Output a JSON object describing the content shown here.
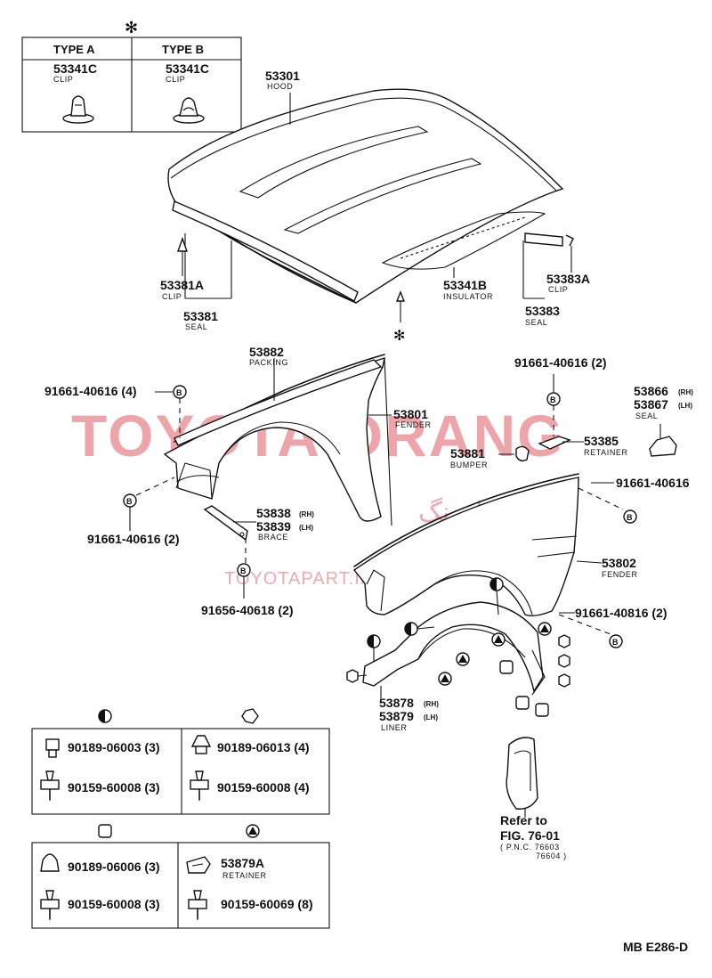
{
  "title_note_symbol": "✻",
  "type_table": {
    "type_a": "TYPE A",
    "type_b": "TYPE B",
    "part_a": "53341C",
    "part_b": "53341C",
    "label_a": "CLIP",
    "label_b": "CLIP"
  },
  "parts": {
    "hood": {
      "pn": "53301",
      "label": "HOOD"
    },
    "clip_53381a": {
      "pn": "53381A",
      "label": "CLIP"
    },
    "seal_53381": {
      "pn": "53381",
      "label": "SEAL"
    },
    "insulator": {
      "pn": "53341B",
      "label": "INSULATOR"
    },
    "clip_53383a": {
      "pn": "53383A",
      "label": "CLIP"
    },
    "seal_53383": {
      "pn": "53383",
      "label": "SEAL"
    },
    "packing": {
      "pn": "53882",
      "label": "PACKING"
    },
    "bolt_left_top": {
      "pn": "91661-40616 (4)"
    },
    "fender_lh": {
      "pn": "53801",
      "label": "FENDER"
    },
    "bolt_left_bottom": {
      "pn": "91661-40616 (2)"
    },
    "brace_rh": {
      "pn": "53838",
      "suffix": "(RH)"
    },
    "brace_lh": {
      "pn": "53839",
      "suffix": "(LH)"
    },
    "brace_label": "BRACE",
    "bolt_brace": {
      "pn": "91656-40618 (2)"
    },
    "bolt_retainer": {
      "pn": "91661-40616 (2)"
    },
    "seal_rh": {
      "pn": "53866",
      "suffix": "(RH)"
    },
    "seal_lh": {
      "pn": "53867",
      "suffix": "(LH)"
    },
    "seal_label": "SEAL",
    "bumper": {
      "pn": "53881",
      "label": "BUMPER"
    },
    "retainer": {
      "pn": "53385",
      "label": "RETAINER"
    },
    "bolt_fender_right": {
      "pn": "91661-40616"
    },
    "fender_rh": {
      "pn": "53802",
      "label": "FENDER"
    },
    "bolt_fender_rh_bottom": {
      "pn": "91661-40816 (2)"
    },
    "liner_rh": {
      "pn": "53878",
      "suffix": "(RH)"
    },
    "liner_lh": {
      "pn": "53879",
      "suffix": "(LH)"
    },
    "liner_label": "LINER"
  },
  "bolt_mark": "B",
  "legend": {
    "half_circle": {
      "row1": "90189-06003 (3)",
      "row2": "90159-60008 (3)"
    },
    "diamond": {
      "row1": "90189-06013 (4)",
      "row2": "90159-60008 (4)"
    },
    "square": {
      "row1": "90189-06006 (3)",
      "row2": "90159-60008 (3)"
    },
    "triangle": {
      "row1_pn": "53879A",
      "row1_label": "RETAINER",
      "row2": "90159-60069 (8)"
    }
  },
  "reference": {
    "line1": "Refer to",
    "line2": "FIG. 76-01",
    "line3": "( P.N.C. 76603",
    "line4": "76604 )"
  },
  "figure_code": "MB E286-D",
  "watermark": {
    "brand": "TOYOTA ORANG",
    "persian": "تویوتا اورنگ",
    "url": "TOYOTAPART.IR"
  }
}
